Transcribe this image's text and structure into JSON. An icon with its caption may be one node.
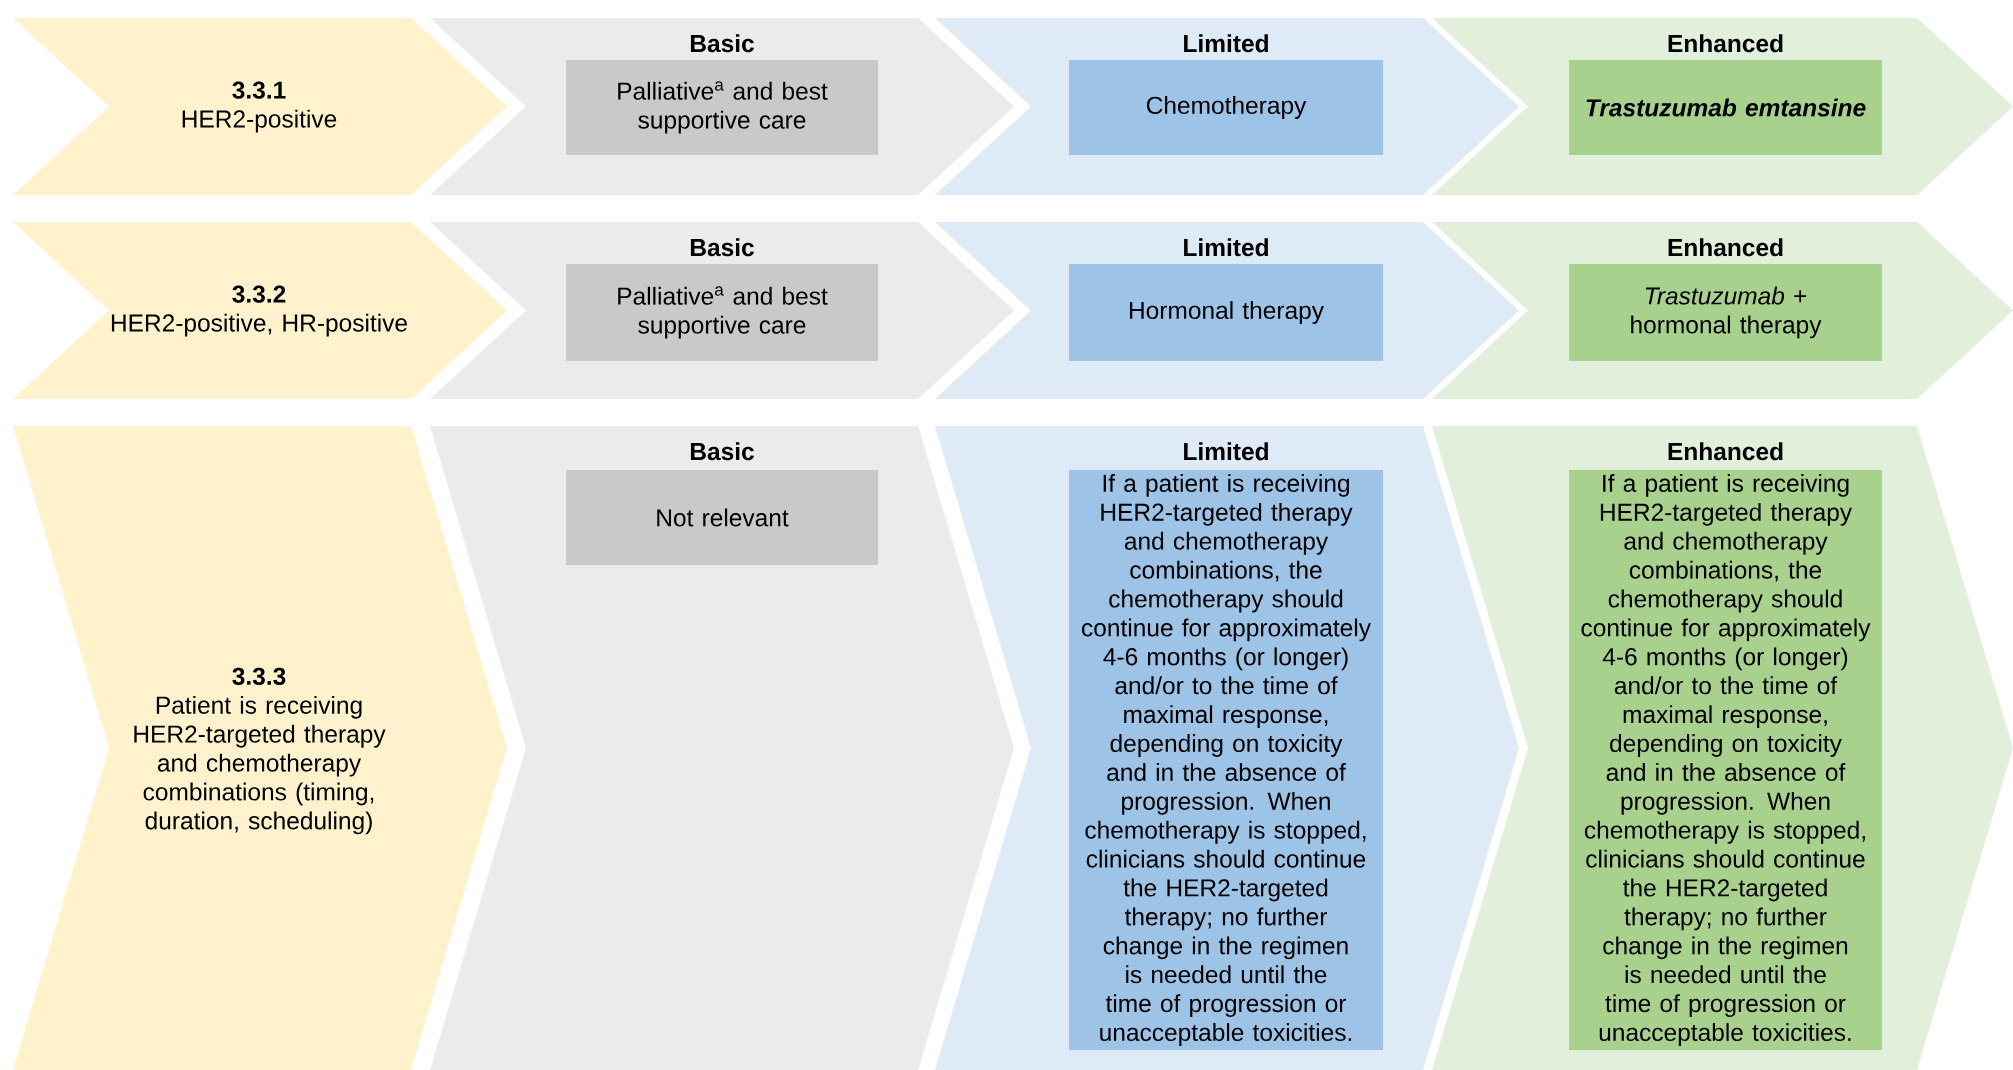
{
  "diagram": {
    "nodes": [
      {
        "text": [
          "3.3.1",
          "HER2-positive"
        ]
      },
      {
        "text": [
          "Basic"
        ]
      },
      {
        "text": [
          "Palliative$^{a}$ and best supportive care"
        ],
        "in": 1
      },
      {
        "text": [
          "Limited"
        ]
      },
      {
        "text": [
          "Chemotherapy"
        ],
        "in": 3
      },
      {
        "text": [
          "Enhanced"
        ]
      },
      {
        "text": [
          "Trastuzumab emtansine"
        ],
        "in": 5
      },
      {
        "text": [
          "3.3.2",
          "HER2-positive, HR-positive"
        ]
      },
      {
        "text": [
          "Basic"
        ]
      },
      {
        "text": [
          "Palliative$^{a}$ and best supportive care"
        ],
        "in": 8
      },
      {
        "text": [
          "Limited"
        ]
      },
      {
        "text": [
          "Hormonal therapy"
        ],
        "in": 10
      },
      {
        "text": [
          "Enhanced"
        ]
      },
      {
        "text": [
          "*Trastuzumab* + hormonal therapy"
        ],
        "in": 12
      },
      {
        "text": [
          "3.3.3",
          "Patient is receiving HER2-targeted therapy and chemotherapy combinations (timing, duration, scheduling)"
        ]
      },
      {
        "text": [
          "Basic"
        ]
      },
      {
        "text": [
          "Not relevant"
        ],
        "in": 15
      },
      {
        "text": [
          "Limited"
        ]
      },
      {
        "text": [
          "If a patient is receiving HER2-targeted therapy and chemotherapy combinations, the chemotherapy should continue for approximately 4-6 months (or longer) and/or to the time of maximal response, depending on toxicity and in the absence of progression. When chemotherapy is stopped, clinicians should continue the HER2-targeted therapy; no further change in the regimen is needed until the time of progression or unacceptable toxicities."
        ],
        "in": 17
      },
      {
        "text": [
          "Enhanced"
        ]
      },
      {
        "text": [
          "If a patient is receiving HER2-targeted therapy and chemotherapy combinations, the chemotherapy should continue for approximately 4-6 months (or longer) and/or to the time of maximal response, depending on toxicity and in the absence of progression. When chemotherapy is stopped, clinicians should continue the HER2-targeted therapy; no further change in the regimen is needed until the time of progression or unacceptable toxicities."
        ],
        "in": 19
      }
    ]
  }
}
